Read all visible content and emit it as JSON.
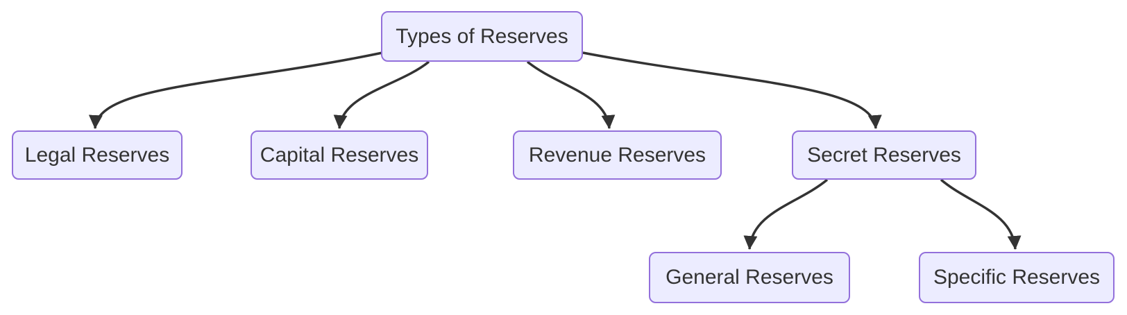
{
  "diagram": {
    "type": "flowchart-top-down",
    "colors": {
      "background": "#FFFFFF",
      "node_fill": "#ECECFF",
      "node_border": "#9370DB",
      "edge": "#333333",
      "text": "#333333"
    },
    "nodes": {
      "root": {
        "label": "Types of Reserves"
      },
      "legal": {
        "label": "Legal Reserves"
      },
      "capital": {
        "label": "Capital Reserves"
      },
      "revenue": {
        "label": "Revenue Reserves"
      },
      "secret": {
        "label": "Secret Reserves"
      },
      "general": {
        "label": "General Reserves"
      },
      "specific": {
        "label": "Specific Reserves"
      }
    },
    "edges": [
      {
        "from": "Types of Reserves",
        "to": "Legal Reserves"
      },
      {
        "from": "Types of Reserves",
        "to": "Capital Reserves"
      },
      {
        "from": "Types of Reserves",
        "to": "Revenue Reserves"
      },
      {
        "from": "Types of Reserves",
        "to": "Secret Reserves"
      },
      {
        "from": "Secret Reserves",
        "to": "General Reserves"
      },
      {
        "from": "Secret Reserves",
        "to": "Specific Reserves"
      }
    ]
  }
}
